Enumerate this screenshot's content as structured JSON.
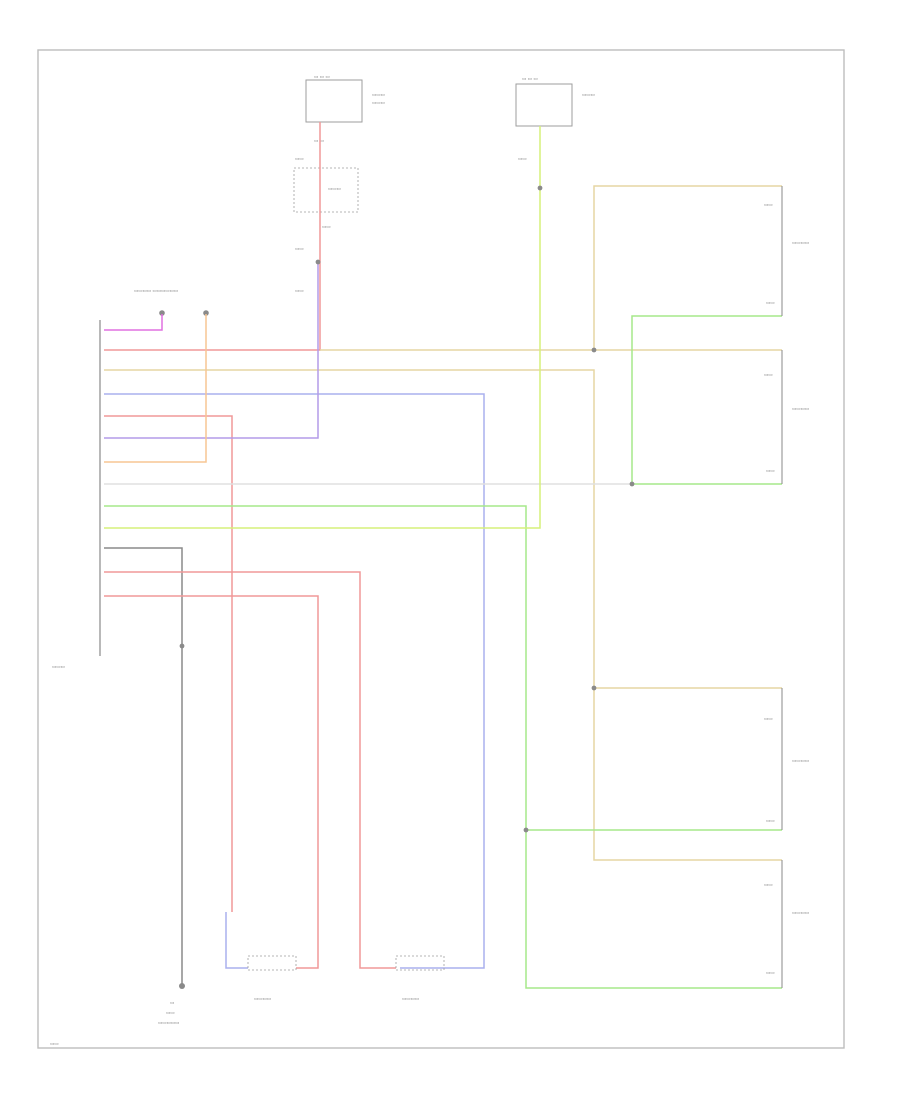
{
  "colors": {
    "pink": "#f09898",
    "tan": "#e6d6a4",
    "blue": "#aab0ee",
    "purple": "#b49be8",
    "orange": "#f7c694",
    "magenta": "#e070e0",
    "green": "#a6e88a",
    "yellow_green": "#d6f07a",
    "white_wire": "#e0e0e0",
    "black": "#8a8a8a",
    "frame": "#bdbdbd"
  },
  "icons": [
    "ground-symbol",
    "speaker-symbol",
    "splice-dot",
    "connector-pin"
  ]
}
